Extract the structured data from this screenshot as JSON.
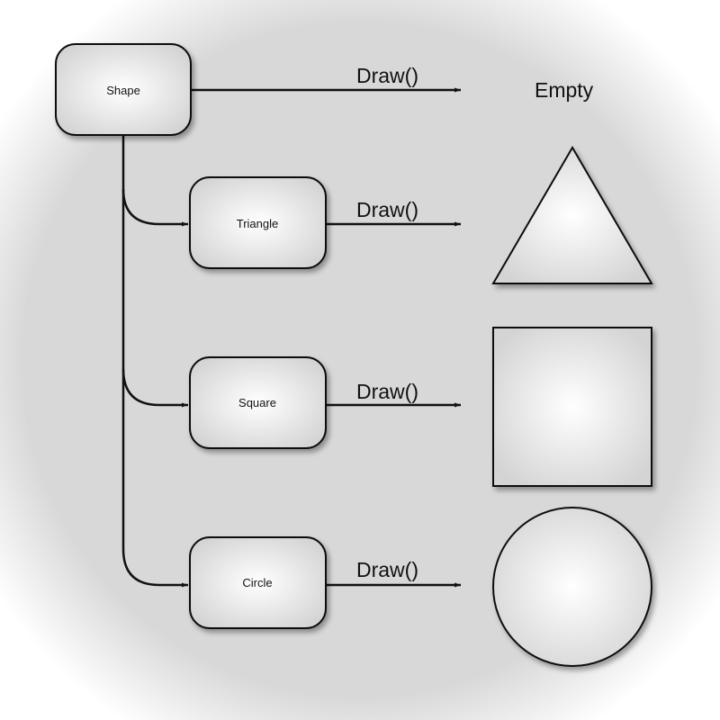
{
  "nodes": {
    "shape": "Shape",
    "triangle": "Triangle",
    "square": "Square",
    "circle": "Circle"
  },
  "edges": {
    "shape_method": "Draw()",
    "triangle_method": "Draw()",
    "square_method": "Draw()",
    "circle_method": "Draw()"
  },
  "results": {
    "shape": "Empty"
  }
}
